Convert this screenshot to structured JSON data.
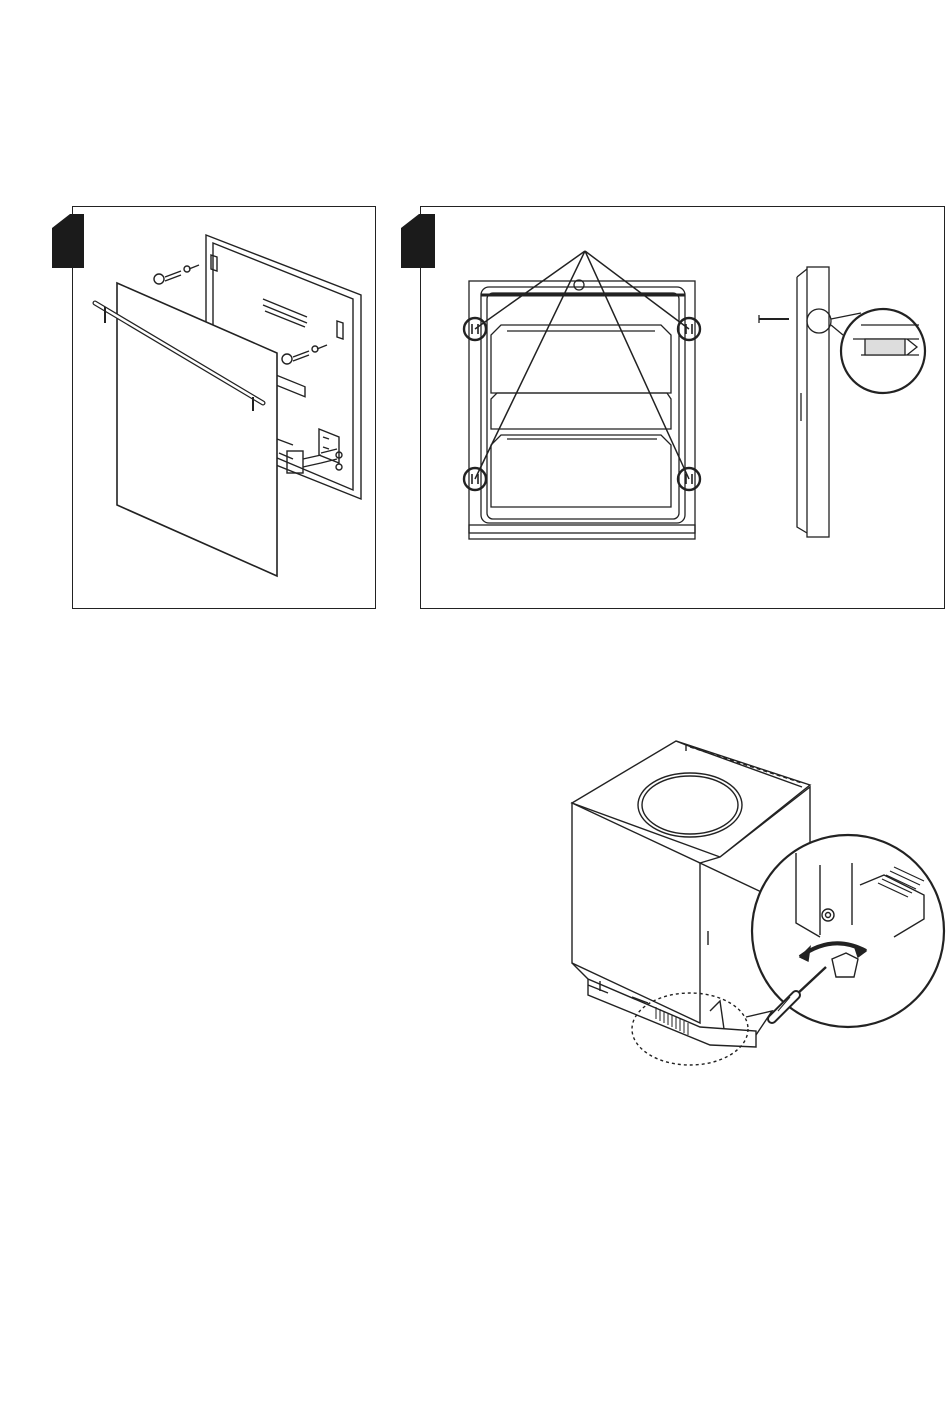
{
  "page": {
    "steps": [
      {
        "number": "",
        "figure": "door-panel-mounting-illustration"
      },
      {
        "number": "",
        "figure": "door-frame-screw-points-illustration"
      }
    ],
    "bottom_figure": "dishwasher-leveling-foot-adjustment-illustration"
  }
}
